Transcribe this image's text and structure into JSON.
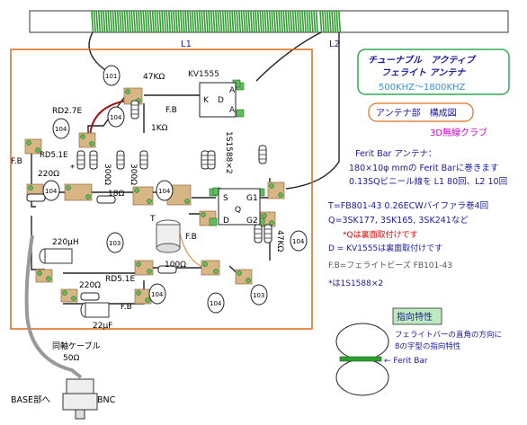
{
  "title_box": {
    "line1": "チューナブル　アクティブ",
    "line2": "フェライト アンテナ",
    "line3": "500KHZ～1800KHZ"
  },
  "section_label": "アンテナ部　構成図",
  "club_label": "3D無線クラブ",
  "coil_labels": {
    "l1": "L1",
    "l2": "L2"
  },
  "ferrite_info": {
    "line1": "Ferit Bar アンテナ：",
    "line2": "180×10φ mmの Ferit Barに巻きます",
    "line3": "0.13SQビニール線を L1 80回、L2 10回"
  },
  "parts_info": {
    "line1": "T=FB801-43 0.26ECWバイファラ巻4回",
    "line2": "Q=3SK177, 3SK165, 3SK241など",
    "line3": "*Qは裏面取付けです",
    "line4": "D = KV1555は裏面取付けです",
    "line5": "F.B=フェライトビーズ FB101-43",
    "line6": "*は1S1588×2"
  },
  "directivity": {
    "title": "指向特性",
    "text1": "フェライトバーの直角の方向に",
    "text2": "8の字型の指向特性",
    "bar_label": "← Ferit Bar"
  },
  "components": {
    "kv": "KV1555",
    "r47k_top": "47KΩ",
    "r1k": "1KΩ",
    "rd27": "RD2.7E",
    "rd51_top": "RD5.1E",
    "rd51_bot": "RD5.1E",
    "c104_a": "104",
    "c104_b": "104",
    "c104_c": "104",
    "c104_d": "104",
    "c104_e": "104",
    "c104_f": "104",
    "c104_g": "104",
    "c101": "101",
    "c103_a": "103",
    "c103_b": "103",
    "r220_a": "220Ω",
    "r220_b": "220Ω",
    "r300_a": "300Ω",
    "r300_b": "300Ω",
    "r18": "18Ω",
    "r100": "100Ω",
    "r47k_right": "47KΩ",
    "diode_label": "1S1588×2",
    "ind": "220μH",
    "cap22": "22μF",
    "fb": "F.B",
    "q_g1": "G1",
    "q_g2": "G2",
    "q_s": "S",
    "q_d": "D",
    "q_q": "Q",
    "d_k": "K",
    "d_d": "D",
    "d_a1": "A",
    "d_a2": "A",
    "t_label": "T",
    "star": "*",
    "coax": "同軸ケーブル",
    "coax_ohm": "50Ω",
    "base": "BASE部へ",
    "bnc": "BNC"
  },
  "colors": {
    "coil": "#2e9e2e",
    "title_border": "#33aa55",
    "section_border": "#e07020",
    "board_border": "#e07020",
    "club": "#d000d0",
    "blue_text": "#1a1aa0",
    "red_text": "#e00000",
    "red_wire": "#a01010"
  }
}
